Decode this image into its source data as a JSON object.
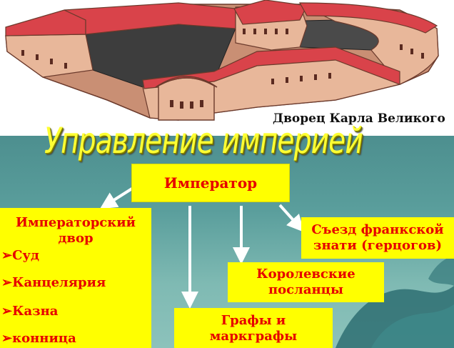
{
  "palace": {
    "caption": "Дворец  Карла Великого"
  },
  "title": "Управление империей",
  "nodes": {
    "emperor": "Император",
    "court": {
      "title_line1": "Императорский",
      "title_line2": "двор",
      "items": [
        "Суд",
        "Канцелярия",
        "Казна",
        "конница"
      ],
      "bullet": "➢"
    },
    "congress": {
      "line1": "Съезд франкской",
      "line2": "знати (герцогов)"
    },
    "envoys": {
      "line1": "Королевские",
      "line2": "посланцы"
    },
    "counts": {
      "line1": "Графы и",
      "line2": "маркграфы"
    }
  },
  "colors": {
    "box_fill": "#ffff00",
    "box_text": "#e60000",
    "title_text": "#ffff33",
    "background": "#5a9e9c",
    "roof": "#d9434a",
    "wall": "#e8b79a",
    "arrow": "#ffffff"
  }
}
